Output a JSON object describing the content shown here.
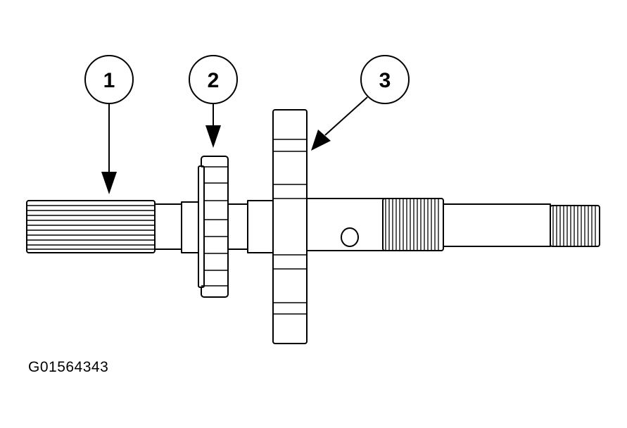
{
  "callouts": [
    {
      "id": "1",
      "label": "1"
    },
    {
      "id": "2",
      "label": "2"
    },
    {
      "id": "3",
      "label": "3"
    }
  ],
  "figure_id": "G01564343",
  "colors": {
    "ink": "#000000",
    "paper": "#ffffff"
  }
}
